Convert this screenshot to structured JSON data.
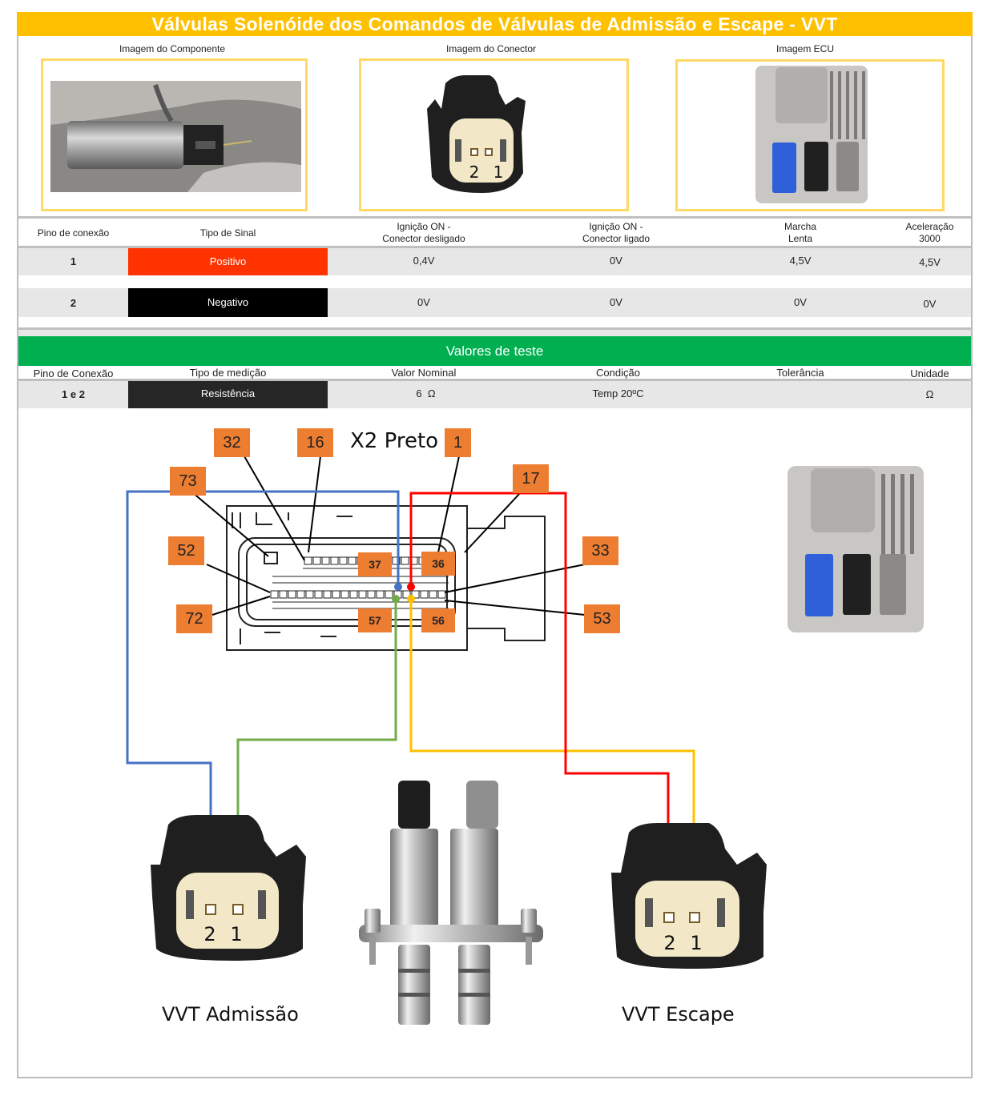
{
  "title": "Válvulas Solenóide dos Comandos de Válvulas de Admissão e Escape - VVT",
  "images": {
    "component_caption": "Imagem do Componente",
    "connector_caption": "Imagem do Conector",
    "ecu_caption": "Imagem ECU",
    "connector_pins": [
      "2",
      "1"
    ]
  },
  "pin_table": {
    "headers": [
      "Pino de conexão",
      "Tipo de Sinal",
      "Ignição ON -\nConector desligado",
      "Ignição ON -\nConector ligado",
      "Marcha\nLenta",
      "Aceleração\n3000"
    ],
    "rows": [
      {
        "pin": "1",
        "signal": "Positivo",
        "signal_color": "#ff3300",
        "ign_off": "0,4V",
        "ign_on": "0V",
        "idle": "4,5V",
        "accel": "4,5V"
      },
      {
        "pin": "2",
        "signal": "Negativo",
        "signal_color": "#000000",
        "ign_off": "0V",
        "ign_on": "0V",
        "idle": "0V",
        "accel": "0V"
      }
    ]
  },
  "test_values": {
    "section_title": "Valores de teste",
    "headers": [
      "Pino de Conexão",
      "Tipo de medição",
      "Valor Nominal",
      "Condição",
      "Tolerância",
      "Unidade"
    ],
    "rows": [
      {
        "pin": "1 e 2",
        "type": "Resistência",
        "nominal": "6  Ω",
        "condition": "Temp 20ºC",
        "tolerance": "",
        "unit": "Ω"
      }
    ]
  },
  "diagram": {
    "connector_title": "X2 Preto",
    "pin_labels_outer": [
      "32",
      "16",
      "1",
      "73",
      "17",
      "52",
      "33",
      "72",
      "53"
    ],
    "pin_labels_inner": [
      "37",
      "36",
      "57",
      "56"
    ],
    "wire_colors": {
      "blue": "#4472c4",
      "green": "#70ad47",
      "yellow": "#ffc000",
      "red": "#ff0000"
    },
    "intake_label": "VVT Admissão",
    "exhaust_label": "VVT Escape",
    "connector_pins": [
      "2",
      "1"
    ]
  }
}
